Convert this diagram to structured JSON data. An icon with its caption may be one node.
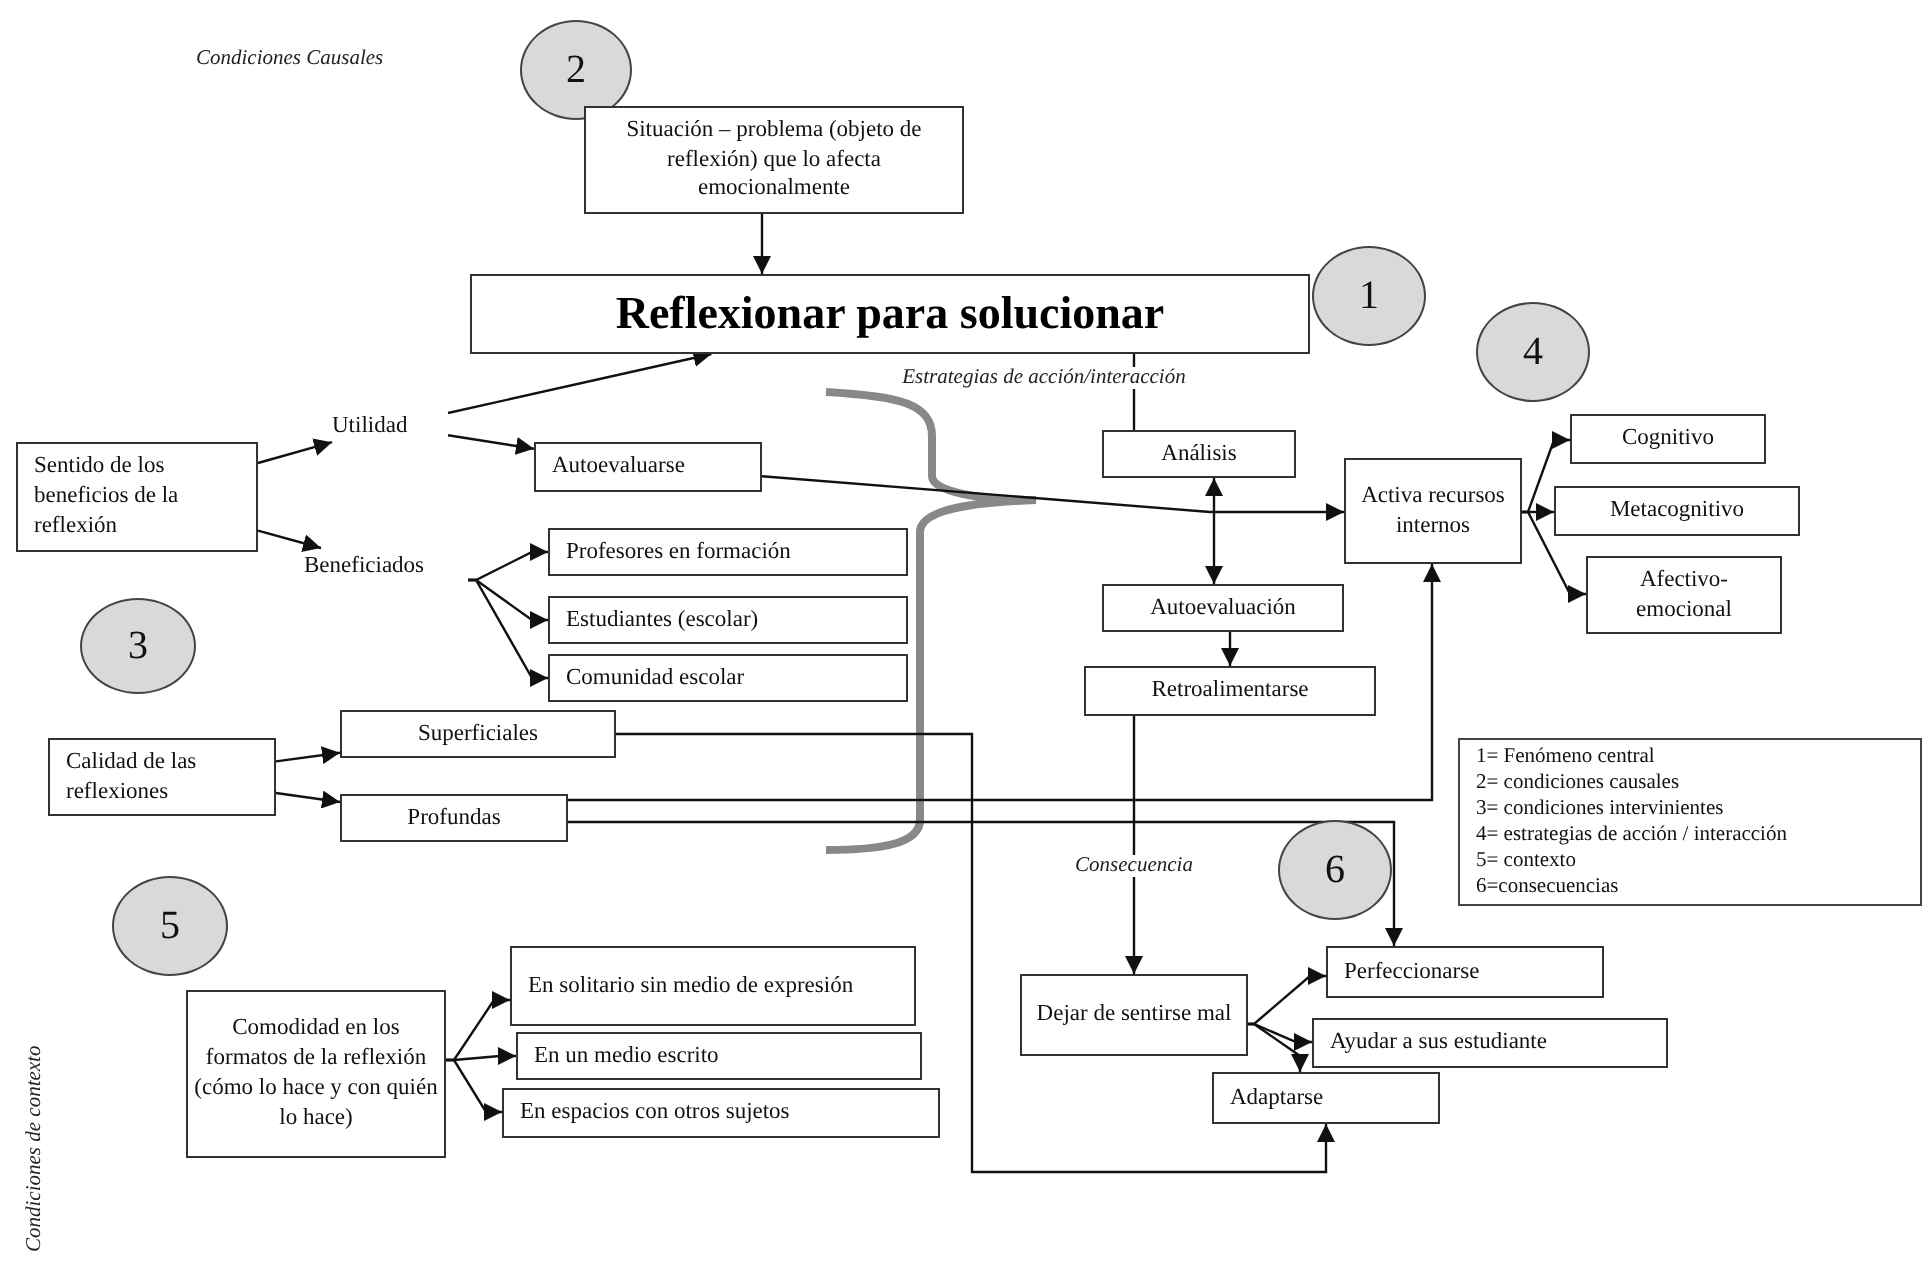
{
  "diagram": {
    "nodes": [
      {
        "text": [
          "2"
        ]
      },
      {
        "text": [
          "Situación – problema (objeto de reflexión) que lo afecta emocionalmente"
        ]
      },
      {
        "text": [
          "Reflexionar para solucionar"
        ]
      },
      {
        "text": [
          "1"
        ]
      },
      {
        "text": [
          "4"
        ]
      },
      {
        "text": [
          "Sentido de los beneficios de la reflexión"
        ]
      },
      {
        "text": [
          "Utilidad"
        ]
      },
      {
        "text": [
          "Beneficiados"
        ]
      },
      {
        "text": [
          "Autoevaluarse"
        ]
      },
      {
        "text": [
          "Profesores en formación"
        ]
      },
      {
        "text": [
          "Estudiantes (escolar)"
        ]
      },
      {
        "text": [
          "Comunidad escolar"
        ]
      },
      {
        "text": [
          "3"
        ]
      },
      {
        "text": [
          "Calidad de las reflexiones"
        ]
      },
      {
        "text": [
          "Superficiales"
        ]
      },
      {
        "text": [
          "Profundas"
        ]
      },
      {
        "text": [
          "Análisis"
        ]
      },
      {
        "text": [
          "Activa recursos internos"
        ]
      },
      {
        "text": [
          "Cognitivo"
        ]
      },
      {
        "text": [
          "Metacognitivo"
        ]
      },
      {
        "text": [
          "Afectivo-emocional"
        ]
      },
      {
        "text": [
          "Autoevaluación"
        ]
      },
      {
        "text": [
          "Retroalimentarse"
        ]
      },
      {
        "text": [
          "5"
        ]
      },
      {
        "text": [
          "Comodidad en los formatos de la reflexión (cómo lo hace y con quién lo hace)"
        ]
      },
      {
        "text": [
          "En solitario sin medio de expresión"
        ]
      },
      {
        "text": [
          "En un medio escrito"
        ]
      },
      {
        "text": [
          "En espacios con otros sujetos"
        ]
      },
      {
        "text": [
          "6"
        ]
      },
      {
        "text": [
          "Dejar de sentirse mal"
        ]
      },
      {
        "text": [
          "Perfeccionarse"
        ]
      },
      {
        "text": [
          "Ayudar a sus estudiante"
        ]
      },
      {
        "text": [
          "Adaptarse"
        ]
      }
    ],
    "edges": [
      {
        "from": 1,
        "to": 2,
        "arrow": "to"
      },
      {
        "from": 5,
        "to": 6,
        "arrow": "to"
      },
      {
        "from": 5,
        "to": 7,
        "arrow": "to"
      },
      {
        "from": 6,
        "to": 2,
        "arrow": "to"
      },
      {
        "from": 6,
        "to": 8,
        "arrow": "to"
      },
      {
        "from": 8,
        "to": 17,
        "arrow": "to"
      },
      {
        "from": 7,
        "to": 9,
        "arrow": "to"
      },
      {
        "from": 7,
        "to": 10,
        "arrow": "to"
      },
      {
        "from": 7,
        "to": 11,
        "arrow": "to"
      },
      {
        "from": 16,
        "to": 21,
        "arrow": "both"
      },
      {
        "from": 21,
        "to": 22,
        "arrow": "to"
      },
      {
        "from": 17,
        "to": 18,
        "arrow": "to"
      },
      {
        "from": 17,
        "to": 19,
        "arrow": "to"
      },
      {
        "from": 17,
        "to": 20,
        "arrow": "to"
      },
      {
        "from": 15,
        "to": 17,
        "arrow": "to"
      },
      {
        "from": 15,
        "to": 30,
        "arrow": "to"
      },
      {
        "from": 14,
        "to": 32,
        "arrow": "to"
      },
      {
        "from": 13,
        "to": 14,
        "arrow": "to"
      },
      {
        "from": 13,
        "to": 15,
        "arrow": "to"
      },
      {
        "from": 24,
        "to": 25,
        "arrow": "to"
      },
      {
        "from": 24,
        "to": 26,
        "arrow": "to"
      },
      {
        "from": 24,
        "to": 27,
        "arrow": "to"
      },
      {
        "from": 29,
        "to": 30,
        "arrow": "to"
      },
      {
        "from": 29,
        "to": 31,
        "arrow": "to"
      },
      {
        "from": 29,
        "to": 32,
        "arrow": "to"
      },
      {
        "from": 2,
        "to": 16,
        "arrow": "none",
        "label": "Estrategias de acción/interacción"
      },
      {
        "from": 22,
        "to": 29,
        "arrow": "to",
        "label": "Consecuencia"
      }
    ],
    "labels": [
      "Condiciones Causales",
      "Condiciones de contexto"
    ],
    "legend": [
      {
        "text": "1= Fenómeno central"
      },
      {
        "text": "2= condiciones causales"
      },
      {
        "text": "3= condiciones intervinientes"
      },
      {
        "text": "4= estrategias de acción / interacción"
      },
      {
        "text": "5= contexto"
      },
      {
        "text": "6=consecuencias"
      }
    ]
  }
}
